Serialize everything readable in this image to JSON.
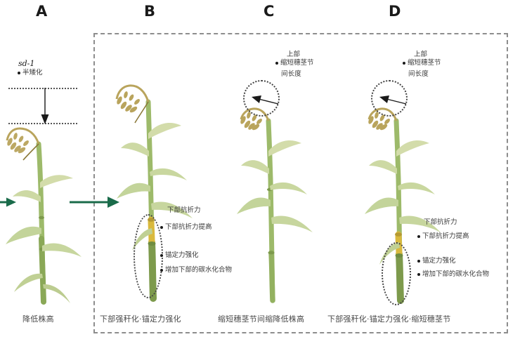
{
  "figure": {
    "title_present": false,
    "background_color": "#ffffff",
    "container_border_color": "#8d8d8d",
    "arrow_color": "#1a6b4a",
    "panels": [
      {
        "id": "A",
        "letter": "A",
        "caption": "降低株高",
        "gene_label": "sd-1",
        "gene_bullet": "半矮化",
        "inside_main_box": false
      },
      {
        "id": "B",
        "letter": "B",
        "caption": "下部强秆化·锚定力强化",
        "inside_main_box": true,
        "annotation_heading": "下部抗折力",
        "annotation_items": [
          "下部抗折力提高",
          "锚定力强化",
          "增加下部的碳水化合物"
        ]
      },
      {
        "id": "C",
        "letter": "C",
        "caption": "缩短穗茎节间缩降低株高",
        "inside_main_box": true,
        "top_annotation_heading": "上部",
        "top_annotation_items": [
          "缩短穗茎节",
          "间长度"
        ]
      },
      {
        "id": "D",
        "letter": "D",
        "caption": "下部强秆化·锚定力强化·缩短穗茎节",
        "inside_main_box": true,
        "top_annotation_heading": "上部",
        "top_annotation_items": [
          "缩短穗茎节",
          "间长度"
        ],
        "annotation_heading": "下部抗折力",
        "annotation_items": [
          "下部抗折力提高",
          "锚定力强化",
          "增加下部的碳水化合物"
        ]
      }
    ],
    "colors": {
      "stem_green": "#9dba6a",
      "stem_dark_green": "#7d9a4c",
      "leaf_light": "#c3d49a",
      "leaf_pale": "#d9dfae",
      "panicle_tan": "#b9a45c",
      "panicle_dark": "#8c7a3a",
      "highlight_yellow": "#d9b93d",
      "arrow_green": "#1a6b4a",
      "dash_gray": "#8d8d8d",
      "text_dark": "#3b3b3b"
    }
  }
}
